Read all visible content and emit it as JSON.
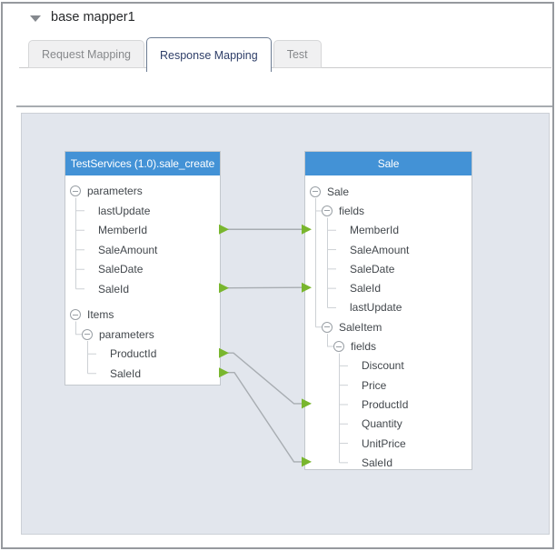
{
  "window": {
    "title": "base mapper1"
  },
  "tabs": [
    {
      "label": "Request Mapping",
      "active": false
    },
    {
      "label": "Response Mapping",
      "active": true
    },
    {
      "label": "Test",
      "active": false
    }
  ],
  "colors": {
    "panel_header_blue": "#4392d6",
    "arrow_green": "#79b62e",
    "canvas_background": "#e2e6ed",
    "active_tab_text": "#2e3e68"
  },
  "mapper": {
    "source_panel": {
      "title": "TestServices (1.0).sale_create",
      "tree": [
        {
          "label": "parameters",
          "children": [
            {
              "label": "lastUpdate"
            },
            {
              "label": "MemberId",
              "mapped": true
            },
            {
              "label": "SaleAmount"
            },
            {
              "label": "SaleDate"
            },
            {
              "label": "SaleId",
              "mapped": true
            }
          ]
        },
        {
          "label": "Items",
          "children": [
            {
              "label": "parameters",
              "children": [
                {
                  "label": "ProductId",
                  "mapped": true
                },
                {
                  "label": "SaleId",
                  "mapped": true
                }
              ]
            }
          ]
        }
      ]
    },
    "target_panel": {
      "title": "Sale",
      "tree": [
        {
          "label": "Sale",
          "children": [
            {
              "label": "fields",
              "children": [
                {
                  "label": "MemberId",
                  "mapped": true
                },
                {
                  "label": "SaleAmount"
                },
                {
                  "label": "SaleDate"
                },
                {
                  "label": "SaleId",
                  "mapped": true
                },
                {
                  "label": "lastUpdate"
                }
              ]
            },
            {
              "label": "SaleItem",
              "children": [
                {
                  "label": "fields",
                  "children": [
                    {
                      "label": "Discount"
                    },
                    {
                      "label": "Price"
                    },
                    {
                      "label": "ProductId",
                      "mapped": true
                    },
                    {
                      "label": "Quantity"
                    },
                    {
                      "label": "UnitPrice"
                    },
                    {
                      "label": "SaleId",
                      "mapped": true
                    }
                  ]
                }
              ]
            }
          ]
        }
      ]
    },
    "connections": [
      {
        "source": "parameters.MemberId",
        "target": "Sale.fields.MemberId"
      },
      {
        "source": "parameters.SaleId",
        "target": "Sale.fields.SaleId"
      },
      {
        "source": "Items.parameters.ProductId",
        "target": "SaleItem.fields.ProductId"
      },
      {
        "source": "Items.parameters.SaleId",
        "target": "SaleItem.fields.SaleId"
      }
    ]
  }
}
